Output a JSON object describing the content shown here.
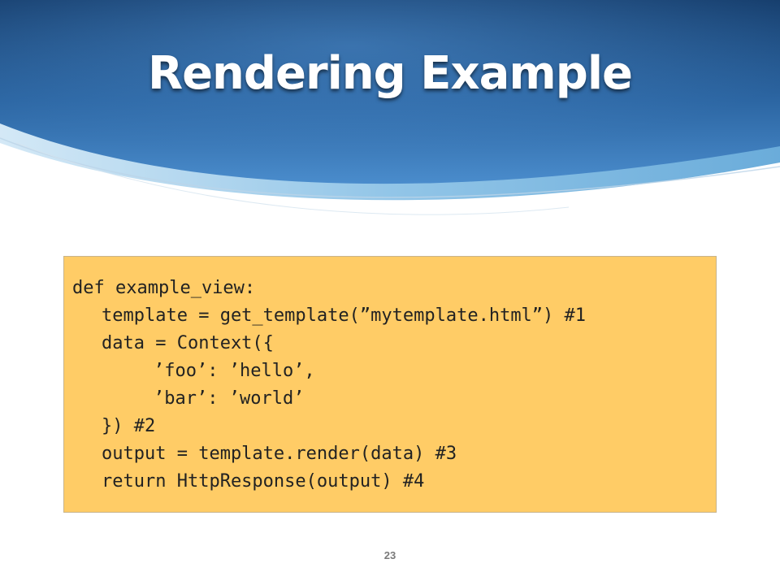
{
  "slide": {
    "title": "Rendering Example",
    "page_number": "23",
    "colors": {
      "header_dark": "#1f4d82",
      "header_mid": "#2f6fae",
      "header_light": "#8ec3e6",
      "code_background": "#ffcc66",
      "title_text": "#ffffff"
    }
  },
  "code": {
    "lines": [
      "def example_view:",
      "template = get_template(”mytemplate.html”) #1",
      "data = Context({",
      "’foo’: ’hello’,",
      "’bar’: ’world’",
      "}) #2",
      "output = template.render(data) #3",
      "return HttpResponse(output) #4"
    ]
  }
}
